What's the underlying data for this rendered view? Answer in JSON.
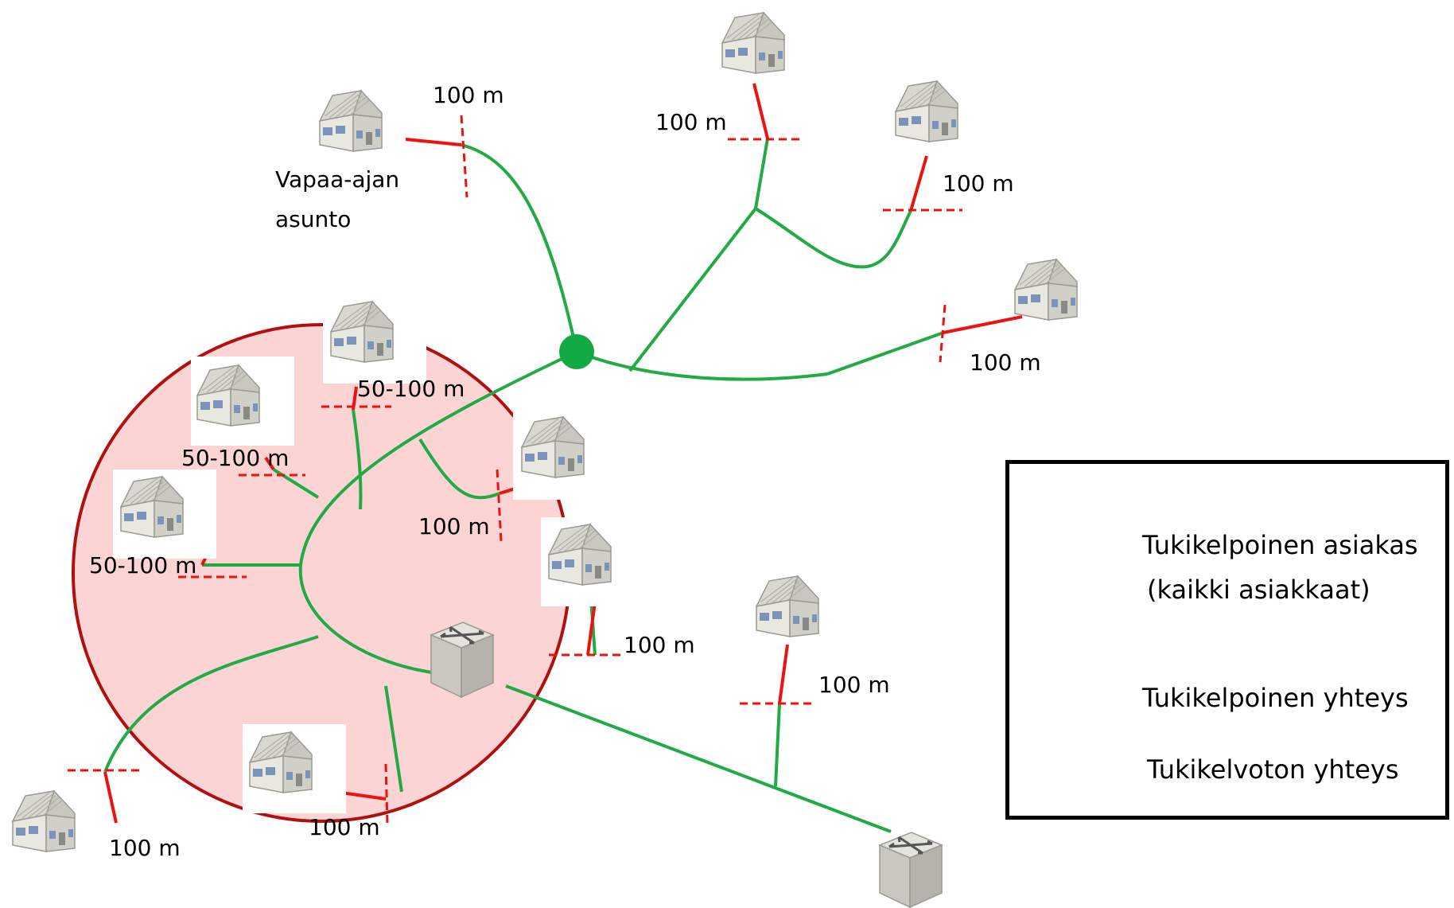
{
  "diagram": {
    "distance_100": "100 m",
    "distance_50_100": "50-100 m",
    "holiday_home_line1": "Vapaa-ajan",
    "holiday_home_line2": "asunto"
  },
  "legend": {
    "eligible_customer_line1": "Tukikelpoinen asiakas",
    "eligible_customer_line2": "(kaikki asiakkaat)",
    "eligible_connection": "Tukikelpoinen yhteys",
    "ineligible_connection": "Tukikelvoton yhteys"
  },
  "colors": {
    "eligible_line": "#22aa44",
    "ineligible_line": "#ee1111",
    "area_fill": "#fdd4d4",
    "area_stroke": "#b01010",
    "node": "#11aa44"
  }
}
